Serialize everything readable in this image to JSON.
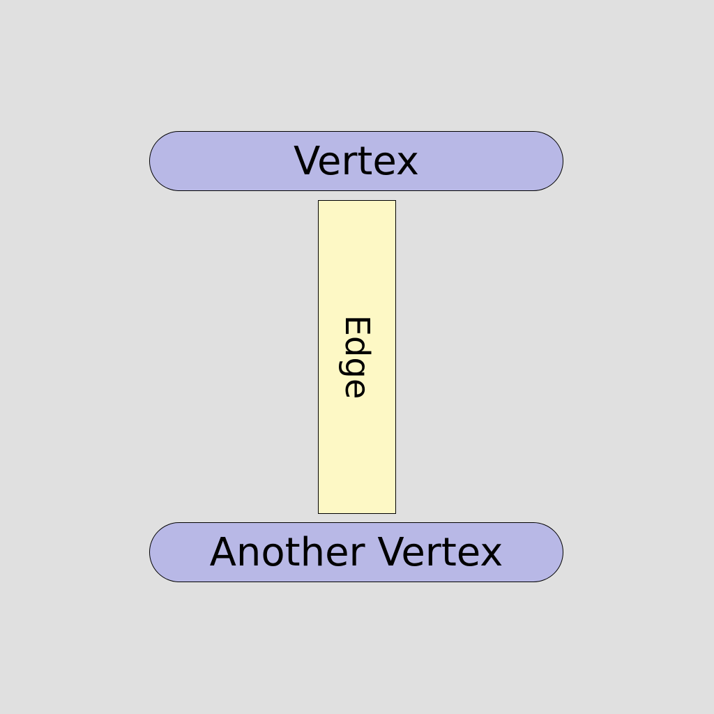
{
  "nodes": [
    {
      "id": "vertex",
      "label": "Vertex",
      "fill": "#b8b8e6"
    },
    {
      "id": "another-vertex",
      "label": "Another Vertex",
      "fill": "#b8b8e6"
    }
  ],
  "edge": {
    "label": "Edge",
    "fill": "#fdf8c5"
  },
  "background": "#e0e0e0"
}
